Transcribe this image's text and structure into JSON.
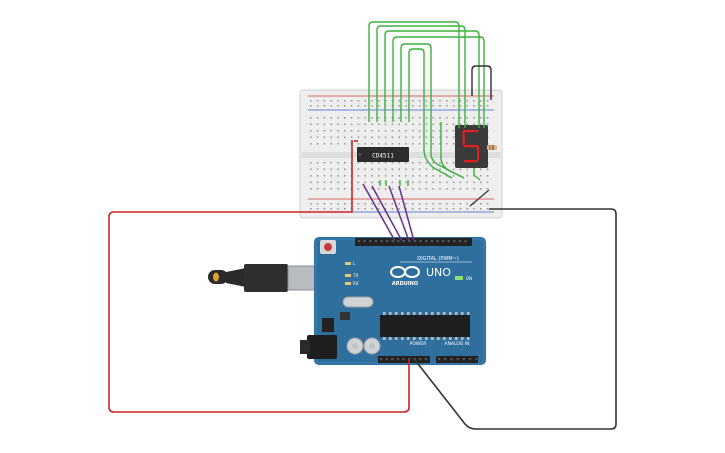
{
  "ic": {
    "label": "CD4511"
  },
  "arduino": {
    "brand": "ARDUINO",
    "model": "UNO",
    "digital_header": "DIGITAL (PWM~)",
    "power_label": "POWER",
    "analog_label": "ANALOG IN",
    "led_on": "ON",
    "led_tx": "TX",
    "led_rx": "RX",
    "led_l": "L"
  },
  "display": {
    "digit": "5"
  },
  "colors": {
    "breadboard": "#eeeeee",
    "wire_green": "#3cb23c",
    "wire_purple": "#6a2f8e",
    "wire_red": "#cc2424",
    "wire_black": "#333333",
    "arduino_board": "#2e6f9e",
    "segment_on": "#e02020"
  }
}
